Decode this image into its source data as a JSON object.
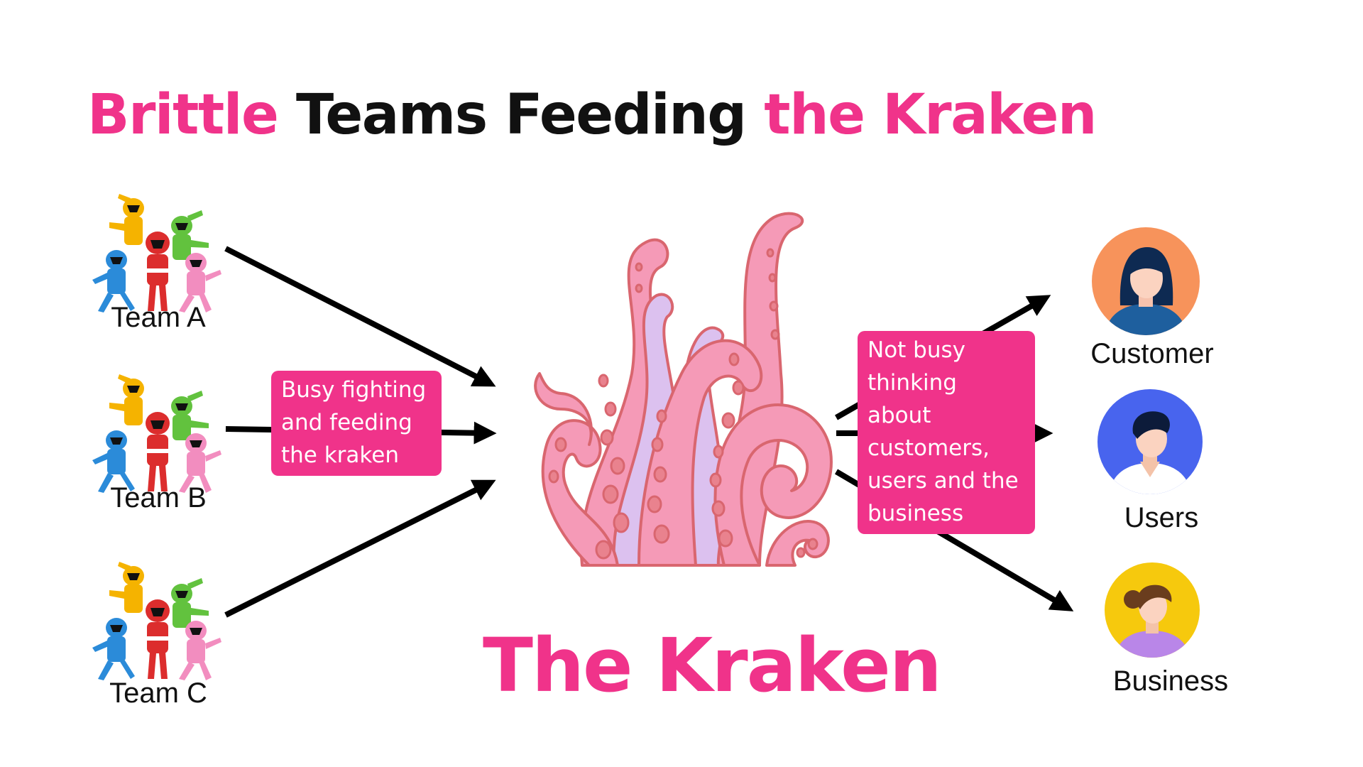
{
  "colors": {
    "accent": "#f0338a",
    "text": "#111111",
    "arrow": "#000000",
    "kraken_pink": "#f59ab7",
    "kraken_outline": "#d9666f",
    "kraken_lilac": "#dcc1ef"
  },
  "title": {
    "part1": "Brittle",
    "part2": " Teams Feeding ",
    "part3": "the Kraken"
  },
  "kraken": {
    "label": "The Kraken"
  },
  "teams": [
    {
      "label": "Team A",
      "icon": "ranger-team-icon"
    },
    {
      "label": "Team B",
      "icon": "ranger-team-icon"
    },
    {
      "label": "Team C",
      "icon": "ranger-team-icon"
    }
  ],
  "left_note": {
    "lines": [
      "Busy fighting",
      "and feeding",
      "the kraken"
    ]
  },
  "right_note": {
    "lines": [
      "Not busy",
      "thinking",
      "about",
      "customers,",
      "users and the",
      "business"
    ]
  },
  "people": [
    {
      "label": "Customer",
      "icon": "woman-avatar-icon",
      "bg": "#f7935b"
    },
    {
      "label": "Users",
      "icon": "man-avatar-icon",
      "bg": "#4864ee"
    },
    {
      "label": "Business",
      "icon": "woman-bun-avatar-icon",
      "bg": "#f6c90d"
    }
  ]
}
